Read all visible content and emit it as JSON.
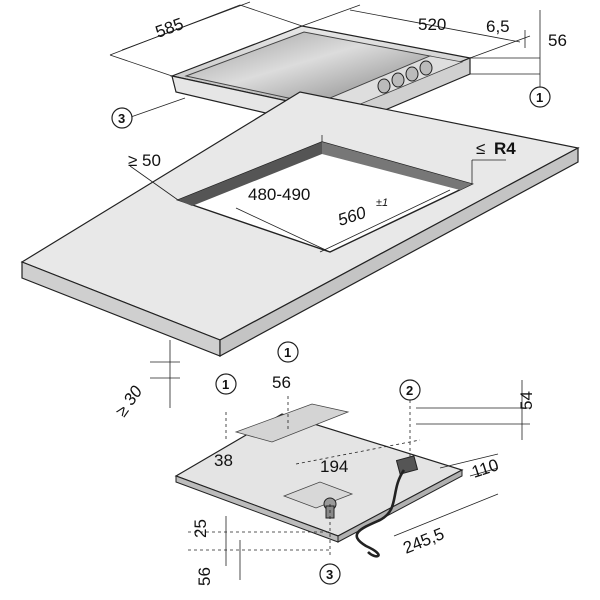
{
  "top_view": {
    "dim_width_depth": "585",
    "dim_width": "520",
    "dim_lip": "6,5",
    "dim_height": "56",
    "callout_hob": "3",
    "callout_height": "1"
  },
  "cutout": {
    "min_edge": "≥ 50",
    "depth_range": "480-490",
    "width": "560",
    "width_tol": "±1",
    "radius_symbol": "≤",
    "radius_value": "R4",
    "worktop_thickness": "≥ 30"
  },
  "bottom_view": {
    "callout_1a": "1",
    "dim_56_top": "56",
    "callout_1b": "1",
    "dim_38": "38",
    "dim_194": "194",
    "callout_2": "2",
    "dim_54": "54",
    "dim_110": "110",
    "dim_2455": "245,5",
    "dim_25": "25",
    "dim_56_bottom": "56",
    "callout_3": "3"
  }
}
